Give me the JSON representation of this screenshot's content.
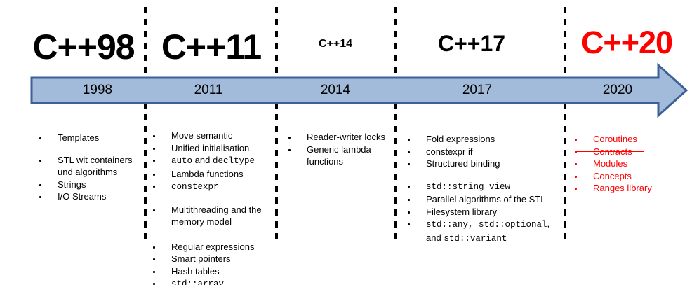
{
  "versions": [
    {
      "label": "C++98",
      "color": "#000000"
    },
    {
      "label": "C++11",
      "color": "#000000"
    },
    {
      "label": "C++14",
      "color": "#000000"
    },
    {
      "label": "C++17",
      "color": "#000000"
    },
    {
      "label": "C++20",
      "color": "#ff0000"
    }
  ],
  "arrow": {
    "years": [
      "1998",
      "2011",
      "2014",
      "2017",
      "2020"
    ],
    "fill": "#a3bbdb",
    "border": "#3d6096"
  },
  "columns": [
    {
      "version": "C++98",
      "color": "#000000",
      "items": [
        {
          "segments": [
            {
              "t": "Templates",
              "mono": false
            }
          ]
        },
        {
          "segments": [
            {
              "t": "STL wit containers und algorithms",
              "mono": false
            }
          ],
          "gap": "small"
        },
        {
          "segments": [
            {
              "t": "Strings",
              "mono": false
            }
          ]
        },
        {
          "segments": [
            {
              "t": "I/O Streams",
              "mono": false
            }
          ]
        }
      ]
    },
    {
      "version": "C++11",
      "color": "#000000",
      "items": [
        {
          "segments": [
            {
              "t": "Move semantic",
              "mono": false
            }
          ]
        },
        {
          "segments": [
            {
              "t": "Unified initialisation",
              "mono": false
            }
          ]
        },
        {
          "segments": [
            {
              "t": "auto",
              "mono": true
            },
            {
              "t": " and ",
              "mono": false
            },
            {
              "t": "decltype",
              "mono": true
            }
          ]
        },
        {
          "segments": [
            {
              "t": "Lambda functions",
              "mono": false
            }
          ]
        },
        {
          "segments": [
            {
              "t": "constexpr",
              "mono": true
            }
          ]
        },
        {
          "segments": [
            {
              "t": "Multithreading and the memory model",
              "mono": false
            }
          ],
          "gap": "small"
        },
        {
          "segments": [
            {
              "t": "Regular expressions",
              "mono": false
            }
          ],
          "gap": "large"
        },
        {
          "segments": [
            {
              "t": "Smart pointers",
              "mono": false
            }
          ]
        },
        {
          "segments": [
            {
              "t": "Hash tables",
              "mono": false
            }
          ]
        },
        {
          "segments": [
            {
              "t": "std::array",
              "mono": true
            }
          ]
        }
      ]
    },
    {
      "version": "C++14",
      "color": "#000000",
      "items": [
        {
          "segments": [
            {
              "t": "Reader-writer locks",
              "mono": false
            }
          ]
        },
        {
          "segments": [
            {
              "t": "Generic lambda functions",
              "mono": false
            }
          ]
        }
      ]
    },
    {
      "version": "C++17",
      "color": "#000000",
      "items": [
        {
          "segments": [
            {
              "t": "Fold expressions",
              "mono": false
            }
          ]
        },
        {
          "segments": [
            {
              "t": "constexpr if",
              "mono": false
            }
          ]
        },
        {
          "segments": [
            {
              "t": "Structured binding",
              "mono": false
            }
          ]
        },
        {
          "segments": [
            {
              "t": "std::string_view",
              "mono": true
            }
          ],
          "gap": "small"
        },
        {
          "segments": [
            {
              "t": "Parallel algorithms of the STL",
              "mono": false
            }
          ]
        },
        {
          "segments": [
            {
              "t": "Filesystem library",
              "mono": false
            }
          ]
        },
        {
          "segments": [
            {
              "t": "std::any, std::optional",
              "mono": true
            },
            {
              "t": ", and ",
              "mono": false
            },
            {
              "t": "std::variant",
              "mono": true
            }
          ]
        }
      ]
    },
    {
      "version": "C++20",
      "color": "#ff0000",
      "items": [
        {
          "segments": [
            {
              "t": "Coroutines",
              "mono": false
            }
          ]
        },
        {
          "segments": [
            {
              "t": "Contracts",
              "mono": false
            }
          ],
          "strike": true
        },
        {
          "segments": [
            {
              "t": "Modules",
              "mono": false
            }
          ]
        },
        {
          "segments": [
            {
              "t": "Concepts",
              "mono": false
            }
          ]
        },
        {
          "segments": [
            {
              "t": "Ranges library",
              "mono": false
            }
          ]
        }
      ]
    }
  ]
}
